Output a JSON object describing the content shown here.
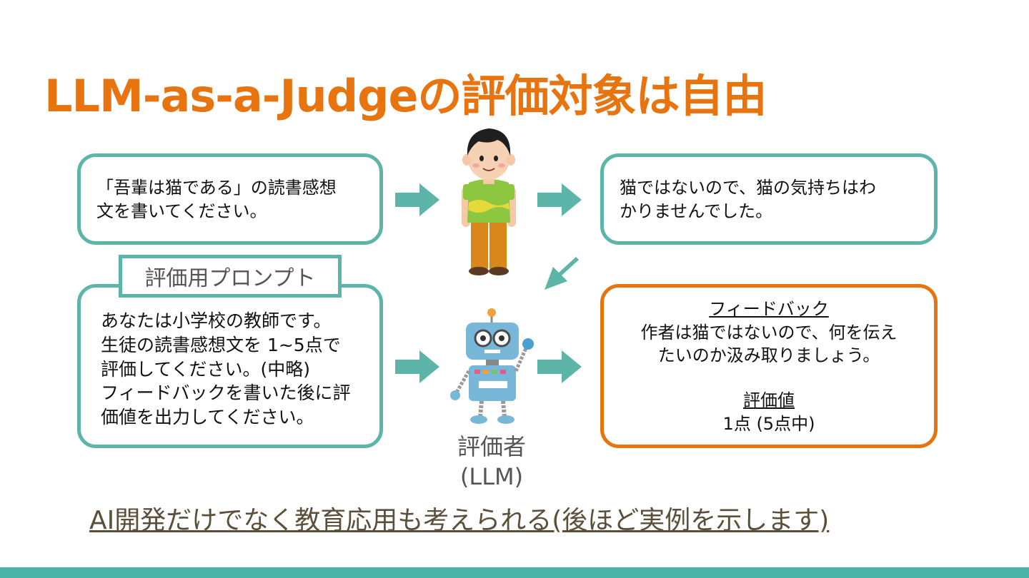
{
  "title": "LLM-as-a-Judgeの評価対象は自由",
  "essay_request": {
    "line1": "「吾輩は猫である」の読書感想",
    "line2": "文を書いてください。"
  },
  "student_answer": {
    "line1": "猫ではないので、猫の気持ちはわ",
    "line2": "かりませんでした。"
  },
  "prompt_label": "評価用プロンプト",
  "prompt": {
    "lines": [
      "あなたは小学校の教師です。",
      "生徒の読書感想文を 1~5点で",
      "評価してください。(中略)",
      "フィードバックを書いた後に評",
      "価値を出力してください。"
    ]
  },
  "feedback": {
    "heading": "フィードバック",
    "line1": "作者は猫ではないので、何を伝え",
    "line2": "たいのか汲み取りましょう。",
    "score_heading": "評価値",
    "score": "1点 (5点中)"
  },
  "evaluator": {
    "label_line1": "評価者",
    "label_line2": "(LLM)"
  },
  "footer_note": "AI開発だけでなく教育応用も考えられる(後ほど実例を示します)",
  "colors": {
    "title": "#e8740f",
    "teal_border": "#5db5a9",
    "orange_border": "#e8740f",
    "bottom_bar": "#4bb3a6",
    "footer_text": "#5c4f3a"
  },
  "icons": [
    "student-illustration",
    "robot-illustration",
    "right-arrow-icon",
    "diagonal-arrow-icon"
  ]
}
